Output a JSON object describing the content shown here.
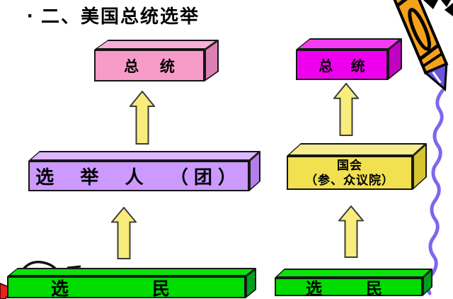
{
  "title": {
    "bullet": "·",
    "text": "二、美国总统选举"
  },
  "left_flow": {
    "president_box": {
      "label": "总 统",
      "fill": "#F79BC8"
    },
    "electors_box": {
      "label": "选 举 人 （团）",
      "fill": "#CC99FF"
    },
    "voters_box": {
      "char1": "选",
      "char2": "民",
      "fill": "#00DC00"
    }
  },
  "right_flow": {
    "president_box": {
      "label": "总 统",
      "fill": "#EE00EE"
    },
    "congress_box": {
      "line1": "国会",
      "line2": "（参、众议院）",
      "fill": "#F1E04F"
    },
    "voters_box": {
      "char1": "选",
      "char2": "民",
      "fill": "#00DC00"
    }
  },
  "arrows": {
    "direction": "up",
    "count": 4,
    "fill": "#F8EC7D",
    "outline": "#3C3C3C"
  },
  "decor": {
    "pencil_body_color": "#F5A21B",
    "pencil_tip_color": "#6A55E0",
    "squiggle_color": "#7B68EE",
    "hidden_red_color": "#E2251F"
  }
}
